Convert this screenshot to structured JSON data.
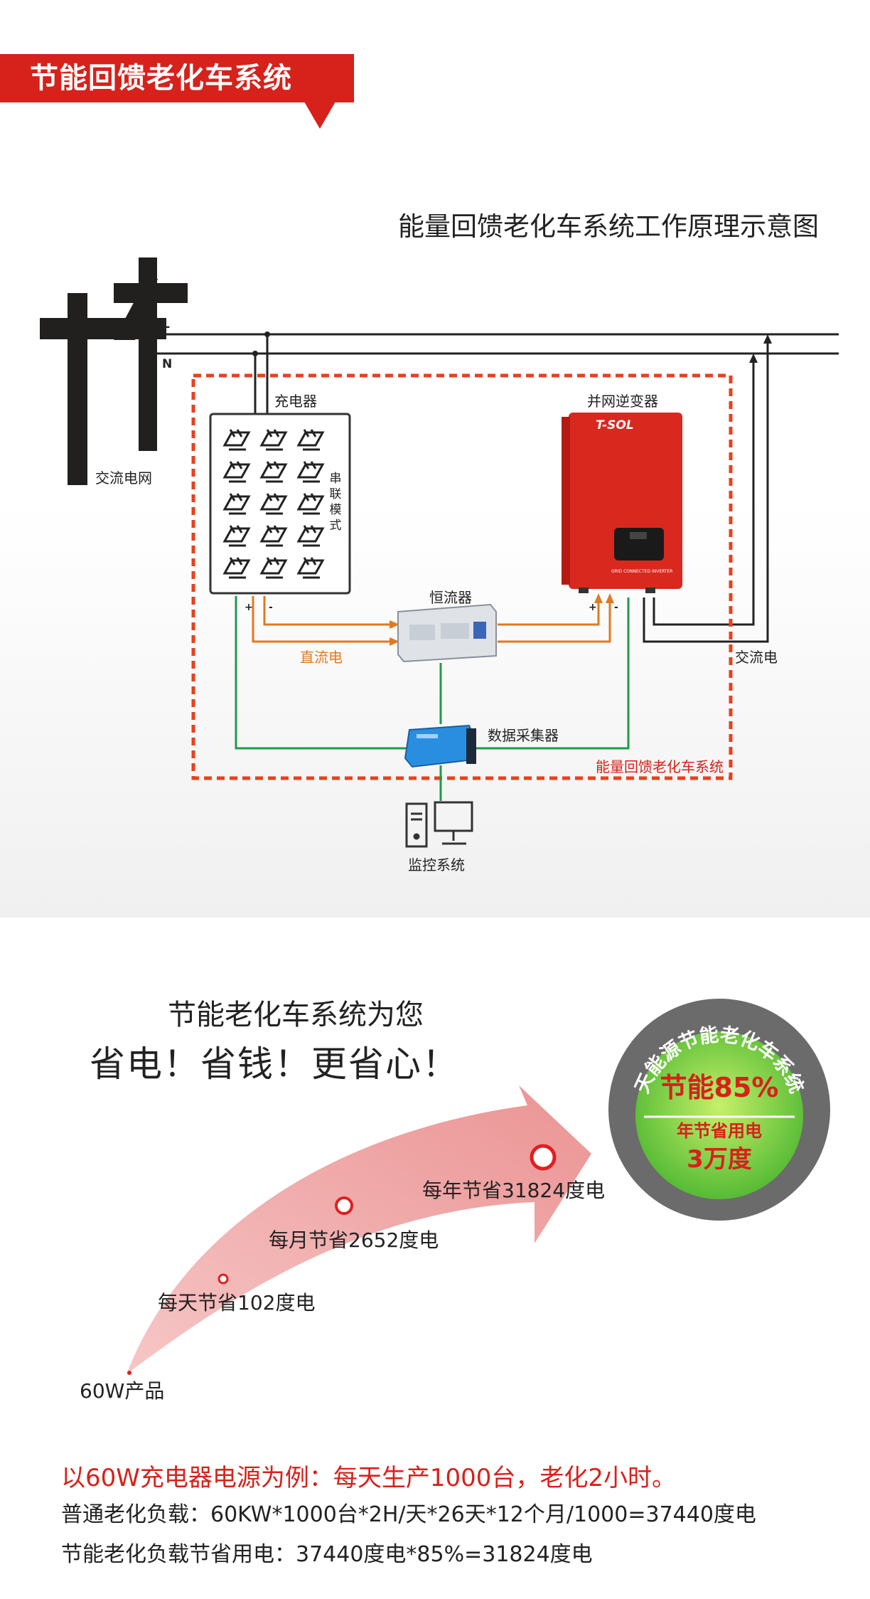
{
  "banner": {
    "title": "节能回馈老化车系统"
  },
  "diagram": {
    "title": "能量回馈老化车系统工作原理示意图",
    "labels": {
      "L": "L",
      "N": "N",
      "grid": "交流电网",
      "charger": "充电器",
      "series_mode": [
        "串",
        "联",
        "模",
        "式"
      ],
      "inverter": "并网逆变器",
      "inverter_brand": "T-SOL",
      "inverter_small": "GRID CONNECTED INVERTER",
      "regulator": "恒流器",
      "dc": "直流电",
      "ac": "交流电",
      "collector": "数据采集器",
      "system": "能量回馈老化车系统",
      "monitor": "监控系统",
      "plus": "+",
      "minus": "-"
    }
  },
  "savings": {
    "heading1": "节能老化车系统为您",
    "heading2": "省电！省钱！更省心！",
    "milestones": [
      {
        "label": "60W产品"
      },
      {
        "label": "每天节省102度电"
      },
      {
        "label": "每月节省2652度电"
      },
      {
        "label": "每年节省31824度电"
      }
    ],
    "badge": {
      "arc_text": "天能源节能老化车系统",
      "line1": "节能85%",
      "line2": "年节省用电",
      "line3": "3万度"
    }
  },
  "example": {
    "highlight": "以60W充电器电源为例：每天生产1000台，老化2小时。",
    "line1": "普通老化负载：60KW*1000台*2H/天*26天*12个月/1000=37440度电",
    "line2": "节能老化负载节省用电：37440度电*85%=31824度电"
  },
  "colors": {
    "red": "#d7211b",
    "orange": "#e07a1f",
    "green": "#1f9a4a",
    "dashed": "#e8401c"
  }
}
